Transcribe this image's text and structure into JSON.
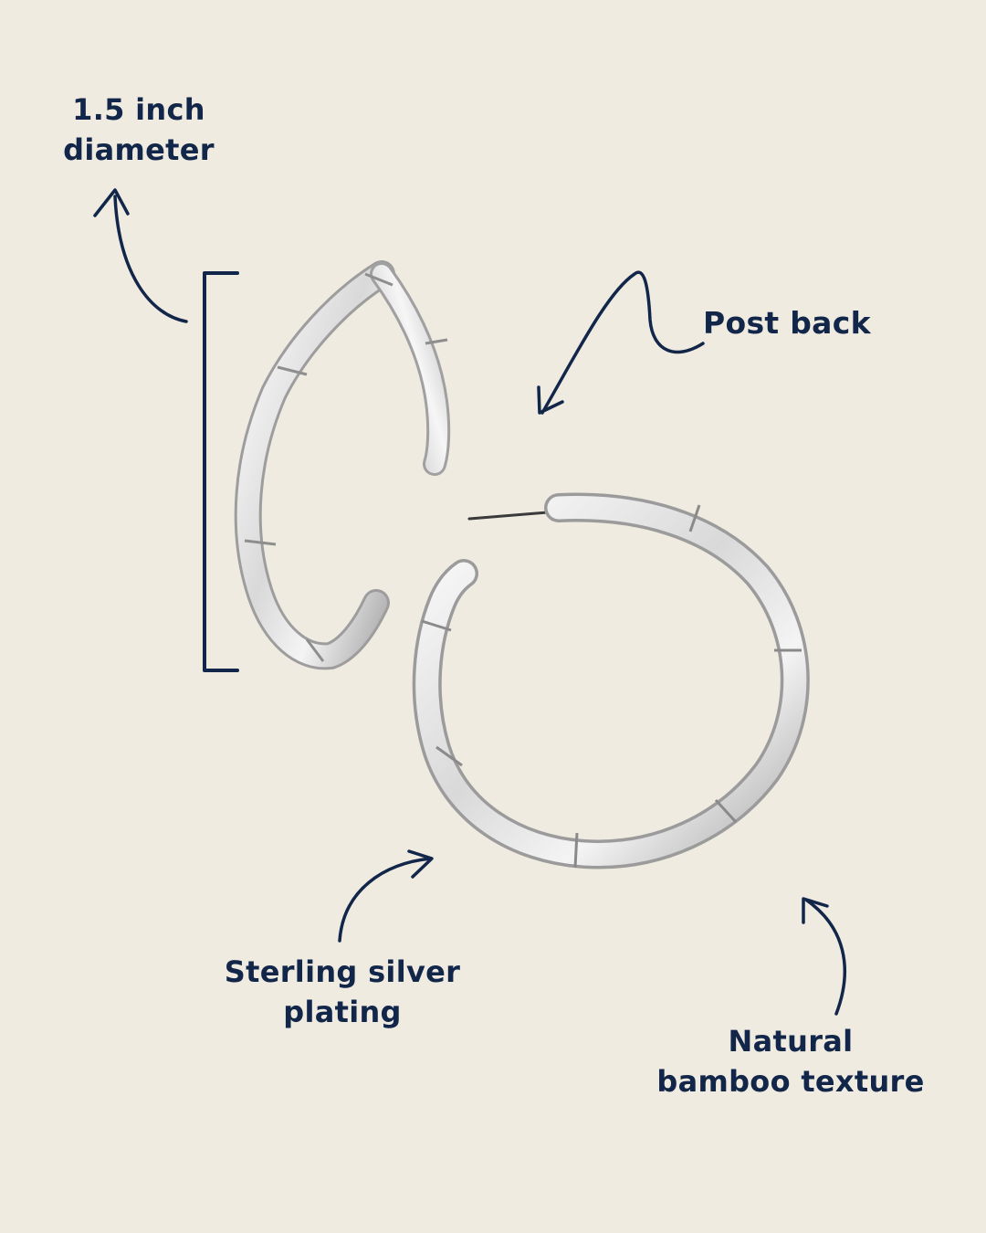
{
  "colors": {
    "background": "#efebe0",
    "ink": "#12264a",
    "metal_light": "#f5f5f5",
    "metal_mid": "#cfcfcf",
    "metal_dark": "#9a9a9a"
  },
  "annotations": {
    "diameter": {
      "line1": "1.5 inch",
      "line2": "diameter"
    },
    "post": {
      "line1": "Post back"
    },
    "silver": {
      "line1": "Sterling silver",
      "line2": "plating"
    },
    "bamboo": {
      "line1": "Natural",
      "line2": "bamboo texture"
    }
  },
  "icons": {
    "measure_bracket": "bracket-icon",
    "arrows": "arrow-icon"
  }
}
